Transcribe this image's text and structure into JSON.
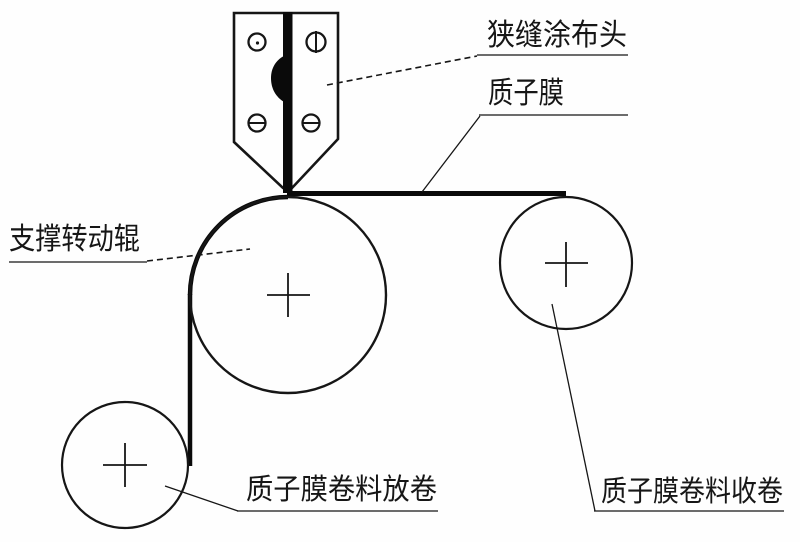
{
  "diagram": {
    "type": "technical-schematic",
    "subject": "slot-die coating line for proton membrane",
    "background_color": "#fefefe",
    "line_color": "#161616",
    "membrane_color": "#0a0a0a",
    "labels": {
      "slot_die_head": "狭缝涂布头",
      "proton_membrane": "质子膜",
      "support_roller": "支撑转动辊",
      "membrane_unwind": "质子膜卷料放卷",
      "membrane_rewind": "质子膜卷料收卷"
    },
    "components": {
      "die_head": "slot die coating head with four screws and center slot cavity",
      "main_roller": "large support rotating roller with center cross mark",
      "rewind_roller": "right roller with center cross mark",
      "unwind_roller": "bottom-left roller with center cross mark",
      "web": "thick black membrane web: horizontal span, wrap around main roller, vertical drop to unwind roller"
    }
  }
}
